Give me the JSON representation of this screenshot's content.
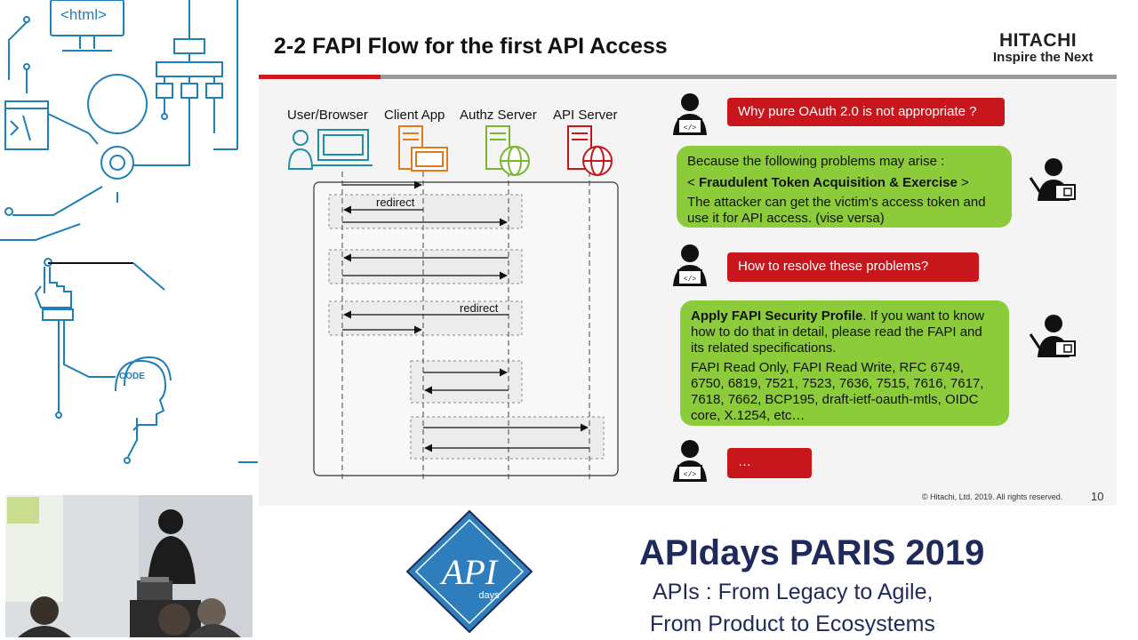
{
  "slide": {
    "title": "2-2 FAPI Flow for the first API Access",
    "brand": "HITACHI",
    "tagline": "Inspire the Next",
    "copyright": "© Hitachi, Ltd. 2019. All rights reserved.",
    "page_number": "10"
  },
  "diagram": {
    "actors": [
      "User/Browser",
      "Client App",
      "Authz Server",
      "API Server"
    ],
    "messages": [
      "redirect",
      "redirect"
    ]
  },
  "conversation": {
    "q1": "Why pure OAuth 2.0 is not appropriate ?",
    "a1_line1": "Because the following problems may arise :",
    "a1_line2_open": "< ",
    "a1_line2_bold": "Fraudulent Token Acquisition & Exercise",
    "a1_line2_close": " >",
    "a1_line3": "The attacker can get the victim's access token and use it for API access. (vise versa)",
    "q2": "How to resolve these problems?",
    "a2_bold": "Apply FAPI Security Profile",
    "a2_rest": ". If you want to know how to do that in detail, please read the FAPI and its related specifications.",
    "a2_specs": "FAPI Read Only, FAPI Read Write, RFC 6749, 6750, 6819, 7521, 7523, 7636, 7515, 7616, 7617, 7618, 7662, BCP195, draft-ietf-oauth-mtls, OIDC core, X.1254,  etc…",
    "q3": "…"
  },
  "left_panel": {
    "html_tag": "<html>",
    "code_label": "CODE"
  },
  "event": {
    "logo_text": "API",
    "logo_subtext": "days",
    "title": "APIdays PARIS 2019",
    "subtitle_line1": "APIs : From Legacy to Agile,",
    "subtitle_line2": "From Product to Ecosystems"
  },
  "colors": {
    "accent_red": "#c8161d",
    "answer_green": "#8ccc3a",
    "icon_teal": "#1e8fa6",
    "icon_orange": "#e07b1f",
    "icon_green": "#79b52f",
    "icon_red": "#c8161d",
    "event_navy": "#1f2a5a",
    "deco_blue": "#1f7fb8"
  }
}
